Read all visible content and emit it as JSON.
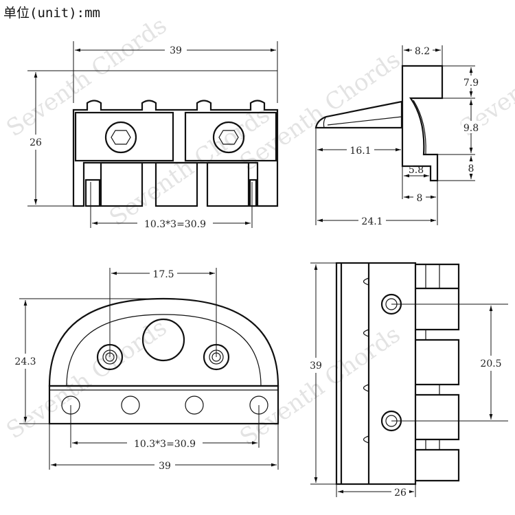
{
  "title": "单位(unit):mm",
  "watermark": "Seventh Chords",
  "front_view": {
    "width": "39",
    "height": "26",
    "spacing": "10.3*3=30.9"
  },
  "side_view": {
    "top_width": "8.2",
    "upper_height": "7.9",
    "mid_height": "9.8",
    "lower_height": "8",
    "wedge_length": "16.1",
    "step_width": "5.8",
    "base_width": "8",
    "total_length": "24.1"
  },
  "bottom_view": {
    "bolt_spacing": "17.5",
    "height": "24.3",
    "hole_spacing": "10.3*3=30.9",
    "width": "39"
  },
  "rear_view": {
    "height": "39",
    "bolt_spacing": "20.5",
    "width": "26"
  }
}
